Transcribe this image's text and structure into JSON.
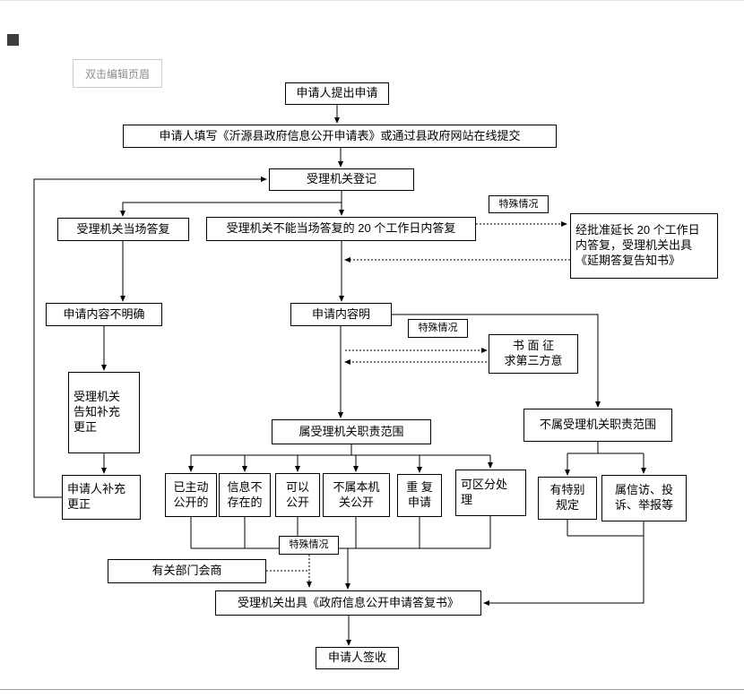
{
  "editor": {
    "header_hint": "双击编辑页眉"
  },
  "flowchart": {
    "nodes": {
      "apply": "申请人提出申请",
      "fill_form": "申请人填写《沂源县政府信息公开申请表》或通过县政府网站在线提交",
      "register": "受理机关登记",
      "onsite_reply": "受理机关当场答复",
      "reply_20days": "受理机关不能当场答复的 20 个工作日内答复",
      "special1": "特殊情况",
      "extend": "经批准延长 20 个工作日\n内答复，受理机关出具\n《延期答复告知书》",
      "unclear": "申请内容不明确",
      "clear": "申请内容明",
      "special2": "特殊情况",
      "third_party": "书 面 征\n求第三方意",
      "notify_supplement": "受理机关\n告知补充\n更正",
      "in_scope": "属受理机关职责范围",
      "out_scope": "不属受理机关职责范围",
      "already_public": "已主动\n公开的",
      "not_exist": "信息不\n存在的",
      "can_public": "可以\n公开",
      "not_this_org": "不属本机\n关公开",
      "repeat": "重 复\n申请",
      "separable": "可区分处\n理",
      "special_rule": "有特别\n规定",
      "petition": "属信访、投\n诉、举报等",
      "supplement": "申请人补充\n更正",
      "special3": "特殊情况",
      "consult": "有关部门会商",
      "reply_doc": "受理机关出具《政府信息公开申请答复书》",
      "sign": "申请人签收"
    }
  },
  "colors": {
    "box_border": "#000000",
    "connector_line": "#000000",
    "hint_text": "#8c8c8c",
    "hint_border": "#cccccc",
    "page_edge": "#9e9e9e",
    "corner_marker": "#3d3d3d"
  }
}
